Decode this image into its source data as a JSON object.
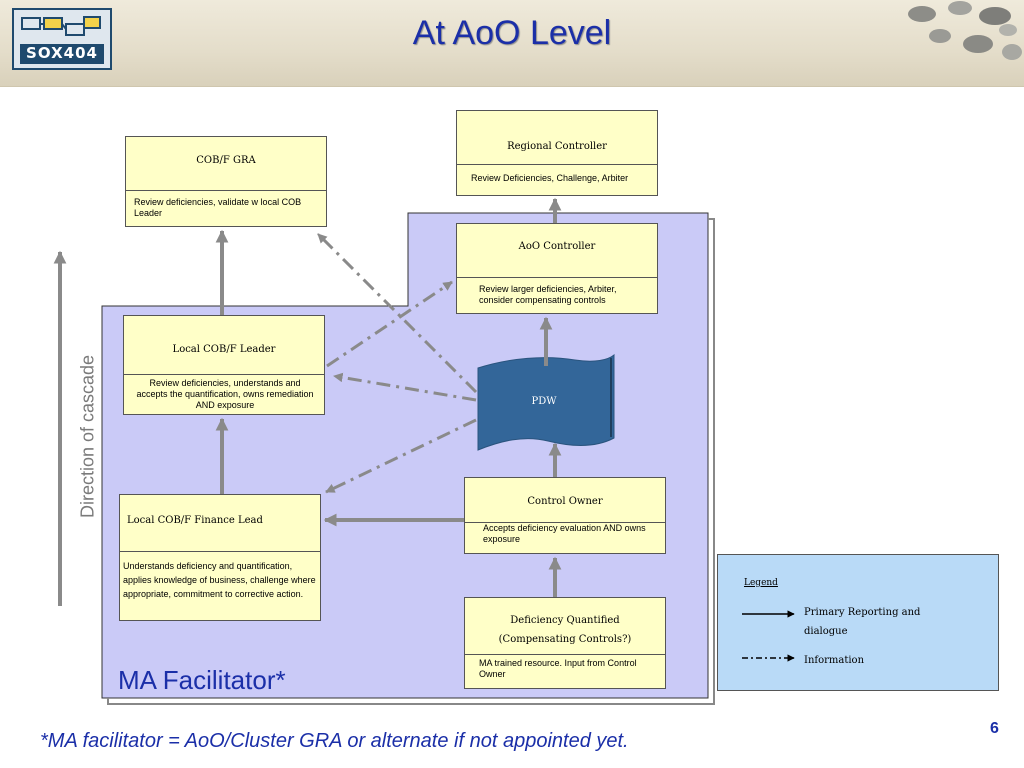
{
  "header": {
    "title": "At AoO Level",
    "logo_text": "SOX404"
  },
  "boxes": {
    "regional_controller": {
      "title": "Regional Controller",
      "desc": "Review Deficiencies, Challenge, Arbiter"
    },
    "cobf_gra": {
      "title": "COB/F GRA",
      "desc": "Review deficiencies, validate w local COB Leader"
    },
    "aoo_controller": {
      "title": "AoO Controller",
      "desc": "Review larger deficiencies, Arbiter, consider compensating controls"
    },
    "local_cobf_leader": {
      "title": "Local COB/F Leader",
      "desc": "Review deficiencies, understands and accepts the quantification, owns remediation AND exposure"
    },
    "pdw": {
      "title": "PDW"
    },
    "control_owner": {
      "title": "Control Owner",
      "desc": "Accepts deficiency evaluation AND owns exposure"
    },
    "local_cobf_finance_lead": {
      "title": "Local COB/F Finance Lead",
      "desc": "Understands deficiency and quantification, applies knowledge of business, challenge where appropriate,  commitment to corrective action."
    },
    "deficiency_quantified": {
      "title_line1": "Deficiency Quantified",
      "title_line2": "(Compensating Controls?)",
      "desc": "MA trained resource.  Input from Control Owner"
    }
  },
  "ma_facilitator_label": "MA Facilitator*",
  "cascade_label": "Direction of cascade",
  "legend": {
    "title": "Legend",
    "solid_label": "Primary Reporting and dialogue",
    "dashed_label": "Information"
  },
  "footnote": "*MA facilitator = AoO/Cluster GRA or alternate if not appointed yet.",
  "page_number": "6",
  "colors": {
    "title_blue": "#1b2fa8",
    "box_yellow": "#ffffc8",
    "region_lavender": "#cacaf7",
    "legend_blue": "#b9daf7",
    "pdw_blue": "#336699",
    "arrow_gray": "#8a8a8a"
  }
}
